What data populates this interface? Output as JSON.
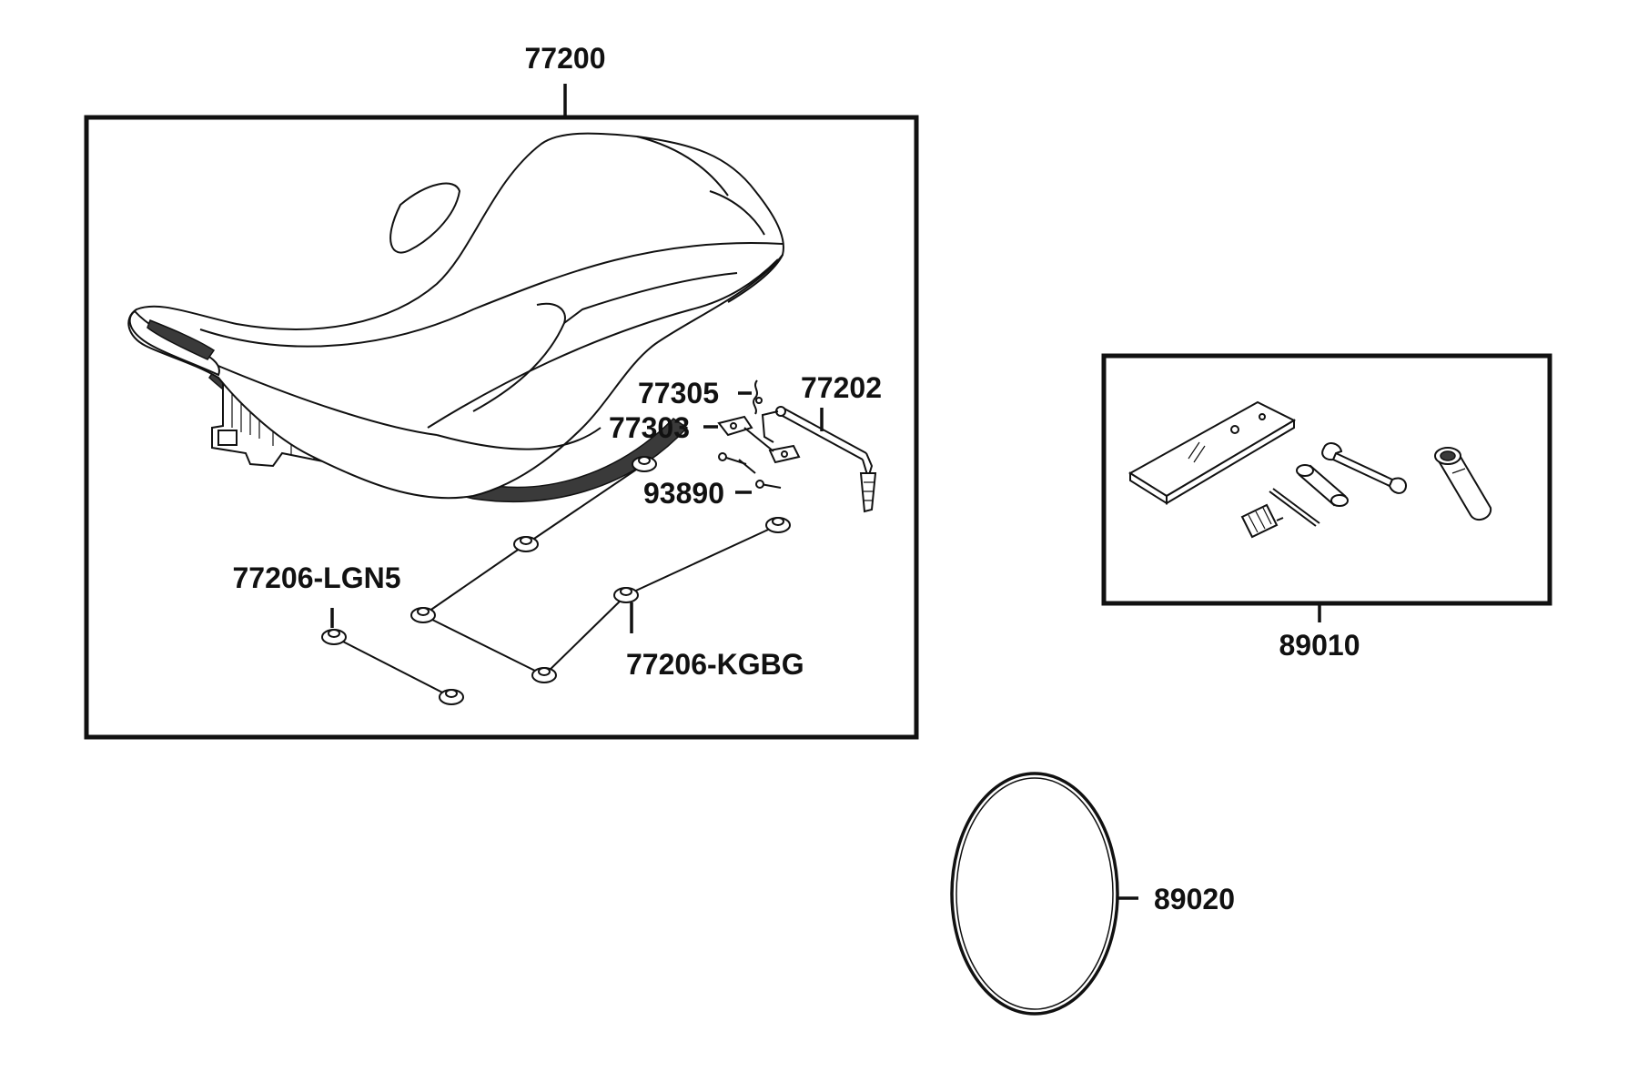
{
  "callouts": {
    "seat_assembly": "77200",
    "seat_lock_lever": "77202",
    "lock_spring": "77305",
    "lock_bracket": "77303",
    "bolt": "93890",
    "rubber_cushion_lgn5": "77206-LGN5",
    "rubber_cushion_kgbg": "77206-KGBG",
    "tool_kit": "89010",
    "band": "89020"
  },
  "colors": {
    "line": "#111111",
    "background": "#ffffff",
    "shade": "#3a3a3a"
  }
}
